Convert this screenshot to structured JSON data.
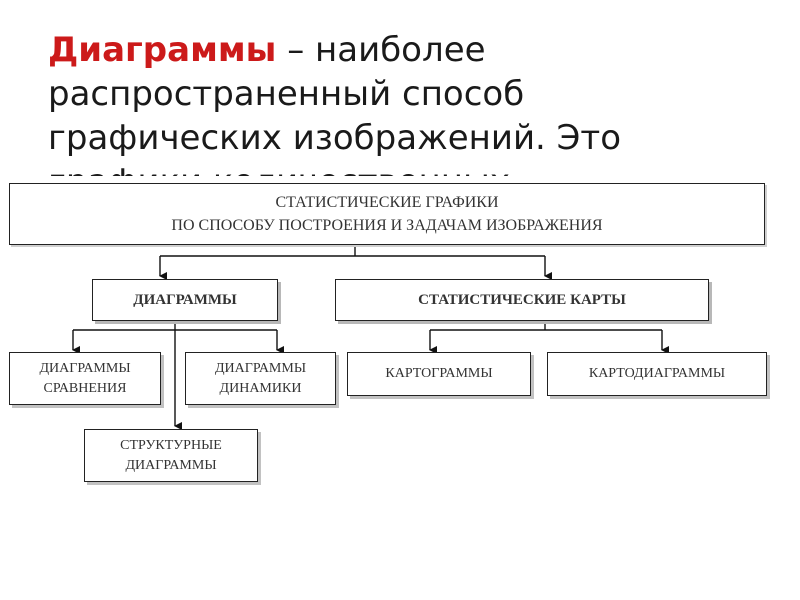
{
  "heading": {
    "accent": "Диаграммы",
    "rest": " – наиболее",
    "line2": "распространенный способ",
    "line3": "графических изображений. Это",
    "line4": "графики количественных"
  },
  "diagram": {
    "root": {
      "line1": "СТАТИСТИЧЕСКИЕ ГРАФИКИ",
      "line2": "ПО СПОСОБУ ПОСТРОЕНИЯ И ЗАДАЧАМ ИЗОБРАЖЕНИЯ"
    },
    "diagrams": {
      "label": "ДИАГРАММЫ"
    },
    "maps": {
      "label": "СТАТИСТИЧЕСКИЕ КАРТЫ"
    },
    "comparison": {
      "line1": "ДИАГРАММЫ",
      "line2": "СРАВНЕНИЯ"
    },
    "dynamics": {
      "line1": "ДИАГРАММЫ",
      "line2": "ДИНАМИКИ"
    },
    "structural": {
      "line1": "СТРУКТУРНЫЕ",
      "line2": "ДИАГРАММЫ"
    },
    "cartograms": {
      "label": "КАРТОГРАММЫ"
    },
    "cartodiagrams": {
      "label": "КАРТОДИАГРАММЫ"
    }
  }
}
